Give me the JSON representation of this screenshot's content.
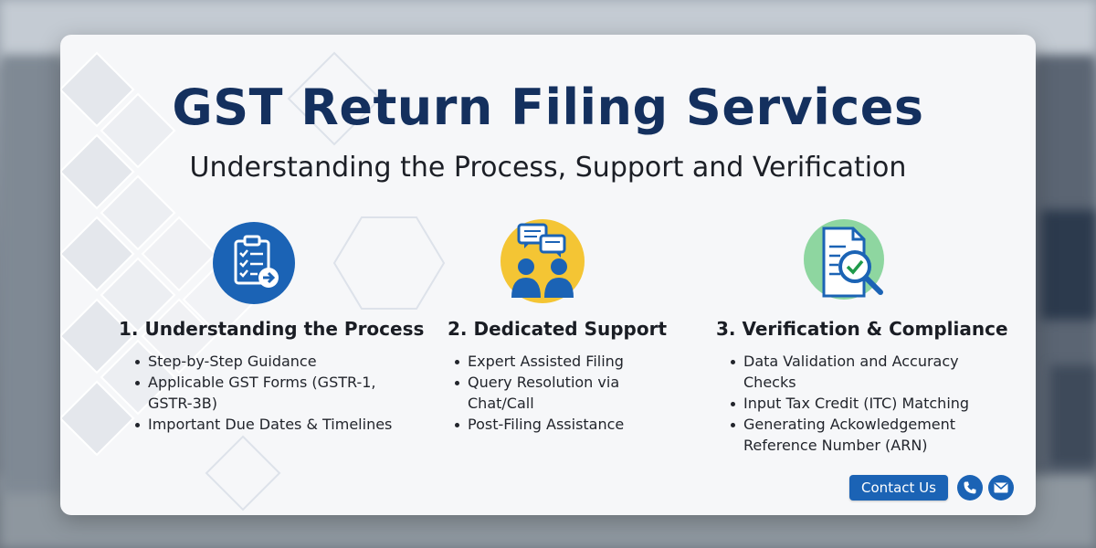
{
  "title": "GST Return Filing Services",
  "subtitle": "Understanding the Process, Support and Verification",
  "columns": [
    {
      "heading": "1. Understanding the Process",
      "icon": "clipboard-checklist-icon",
      "items": [
        "Step-by-Step Guidance",
        "Applicable GST Forms (GSTR-1, GSTR-3B)",
        "Important Due Dates & Timelines"
      ]
    },
    {
      "heading": "2. Dedicated Support",
      "icon": "support-chat-users-icon",
      "items": [
        "Expert Assisted Filing",
        "Query Resolution via Chat/Call",
        "Post-Filing Assistance"
      ]
    },
    {
      "heading": "3. Verification & Compliance",
      "icon": "document-magnifier-check-icon",
      "items": [
        "Data Validation and Accuracy Checks",
        "Input Tax Credit (ITC) Matching",
        "Generating Ackowledgement Reference Number (ARN)"
      ]
    }
  ],
  "contact": {
    "label": "Contact Us",
    "phone_icon": "phone-icon",
    "mail_icon": "mail-icon"
  },
  "colors": {
    "title": "#14305e",
    "primary_blue": "#1b63b5",
    "support_yellow": "#f4c534",
    "verify_green": "#8ed6a0"
  }
}
